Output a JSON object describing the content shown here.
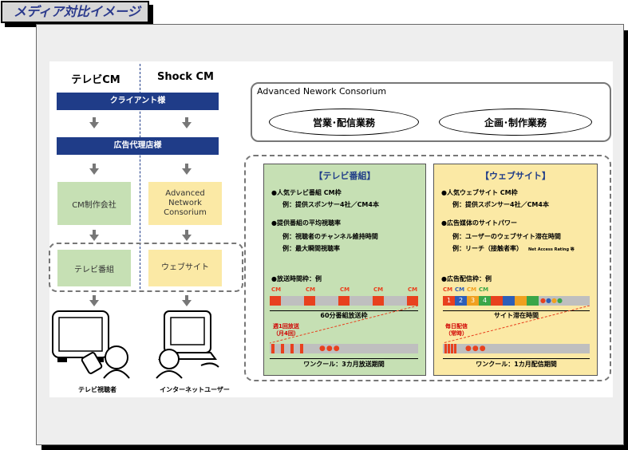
{
  "title": "メディア対比イメージ",
  "left": {
    "col_tv_header": "テレビCM",
    "col_shock_header": "Shock CM",
    "client": "クライアント様",
    "agency": "広告代理店様",
    "cm_company": "CM制作会社",
    "anc": "Advanced Network Consorium",
    "tv_program": "テレビ番組",
    "website": "ウェブサイト",
    "tv_viewer": "テレビ視聴者",
    "internet_user": "インターネットユーザー"
  },
  "consortium": {
    "name": "Advanced Nework Consorium",
    "sales": "営業･配信業務",
    "planning": "企画･制作業務"
  },
  "tv_panel": {
    "title": "【テレビ番組】",
    "b1": "●人気テレビ番組 CM枠",
    "b1_sub": "例：提供スポンサー4社／CM4本",
    "b2": "●提供番組の平均視聴率",
    "b2_sub1": "例：視聴者のチャンネル維持時間",
    "b2_sub2": "例：最大瞬間視聴率",
    "b3": "●放送時間枠：例",
    "cm_label": "CM",
    "bar_label": "60分番組放送枠",
    "note_line1": "週1回放送",
    "note_line2": "（月4回）",
    "period": "ワンクール：3カ月放送期間"
  },
  "web_panel": {
    "title": "【ウェブサイト】",
    "b1": "●人気ウェブサイト CM枠",
    "b1_sub": "例：提供スポンサー4社／CM4本",
    "b2": "●広告媒体のサイトパワー",
    "b2_sub1": "例：ユーザーのウェブサイト滞在時間",
    "b2_sub2": "例：リーチ（接触者率）",
    "b2_sub2_small": "Net Access Rating 等",
    "b3": "●広告配信枠：例",
    "cm_label": "CM",
    "slot_numbers": [
      "1",
      "2",
      "3",
      "4"
    ],
    "bar_label": "サイト滞在時間",
    "note_line1": "毎日配信",
    "note_line2": "（常時）",
    "period": "ワンクール：1カ月配信期間"
  },
  "colors": {
    "navy": "#1f3c88",
    "green": "#c6e0b4",
    "yellow": "#fbe9a5",
    "red": "#e8411e",
    "note_red": "#d00000"
  },
  "icons": [
    "tv-viewer-icon",
    "internet-user-icon"
  ]
}
